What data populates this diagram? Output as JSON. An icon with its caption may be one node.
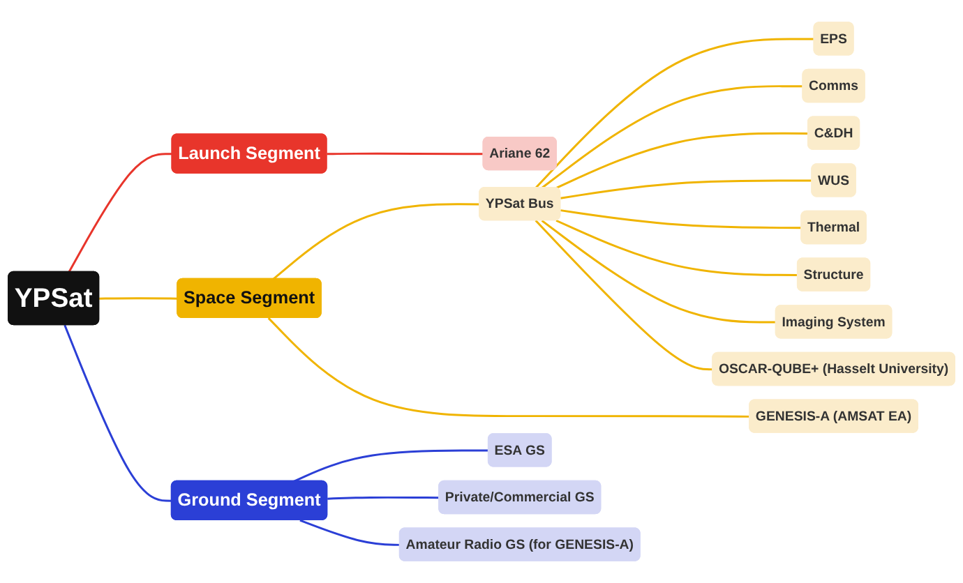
{
  "diagram": {
    "nodes": [
      {
        "text": [
          "YPSat"
        ]
      },
      {
        "text": [
          "Launch Segment"
        ]
      },
      {
        "text": [
          "Ariane 62"
        ]
      },
      {
        "text": [
          "Space Segment"
        ]
      },
      {
        "text": [
          "YPSat Bus"
        ]
      },
      {
        "text": [
          "EPS"
        ]
      },
      {
        "text": [
          "Comms"
        ]
      },
      {
        "text": [
          "C&DH"
        ]
      },
      {
        "text": [
          "WUS"
        ]
      },
      {
        "text": [
          "Thermal"
        ]
      },
      {
        "text": [
          "Structure"
        ]
      },
      {
        "text": [
          "Imaging System"
        ]
      },
      {
        "text": [
          "OSCAR-QUBE+ (Hasselt University)"
        ]
      },
      {
        "text": [
          "GENESIS-A (AMSAT EA)"
        ]
      },
      {
        "text": [
          "Ground Segment"
        ]
      },
      {
        "text": [
          "ESA GS"
        ]
      },
      {
        "text": [
          "Private/Commercial GS"
        ]
      },
      {
        "text": [
          "Amateur Radio GS (for GENESIS-A)"
        ]
      }
    ],
    "edges": [
      {
        "from": 0,
        "to": 1,
        "arrow": "none",
        "color": "#e8352b"
      },
      {
        "from": 0,
        "to": 3,
        "arrow": "none"
      },
      {
        "from": 0,
        "to": 14,
        "arrow": "none",
        "color": "#2b3fd6"
      },
      {
        "from": 1,
        "to": 2,
        "arrow": "none",
        "color": "#e8352b"
      },
      {
        "from": 3,
        "to": 4,
        "arrow": "none"
      },
      {
        "from": 4,
        "to": 5,
        "arrow": "none"
      },
      {
        "from": 4,
        "to": 6,
        "arrow": "none"
      },
      {
        "from": 4,
        "to": 7,
        "arrow": "none"
      },
      {
        "from": 4,
        "to": 8,
        "arrow": "none"
      },
      {
        "from": 4,
        "to": 9,
        "arrow": "none"
      },
      {
        "from": 4,
        "to": 10,
        "arrow": "none"
      },
      {
        "from": 4,
        "to": 11,
        "arrow": "none"
      },
      {
        "from": 4,
        "to": 12,
        "arrow": "none"
      },
      {
        "from": 3,
        "to": 13,
        "arrow": "none"
      },
      {
        "from": 14,
        "to": 15,
        "arrow": "none",
        "color": "#2b3fd6"
      },
      {
        "from": 14,
        "to": 16,
        "arrow": "none",
        "color": "#2b3fd6"
      },
      {
        "from": 14,
        "to": 17,
        "arrow": "none",
        "color": "#2b3fd6"
      }
    ]
  }
}
